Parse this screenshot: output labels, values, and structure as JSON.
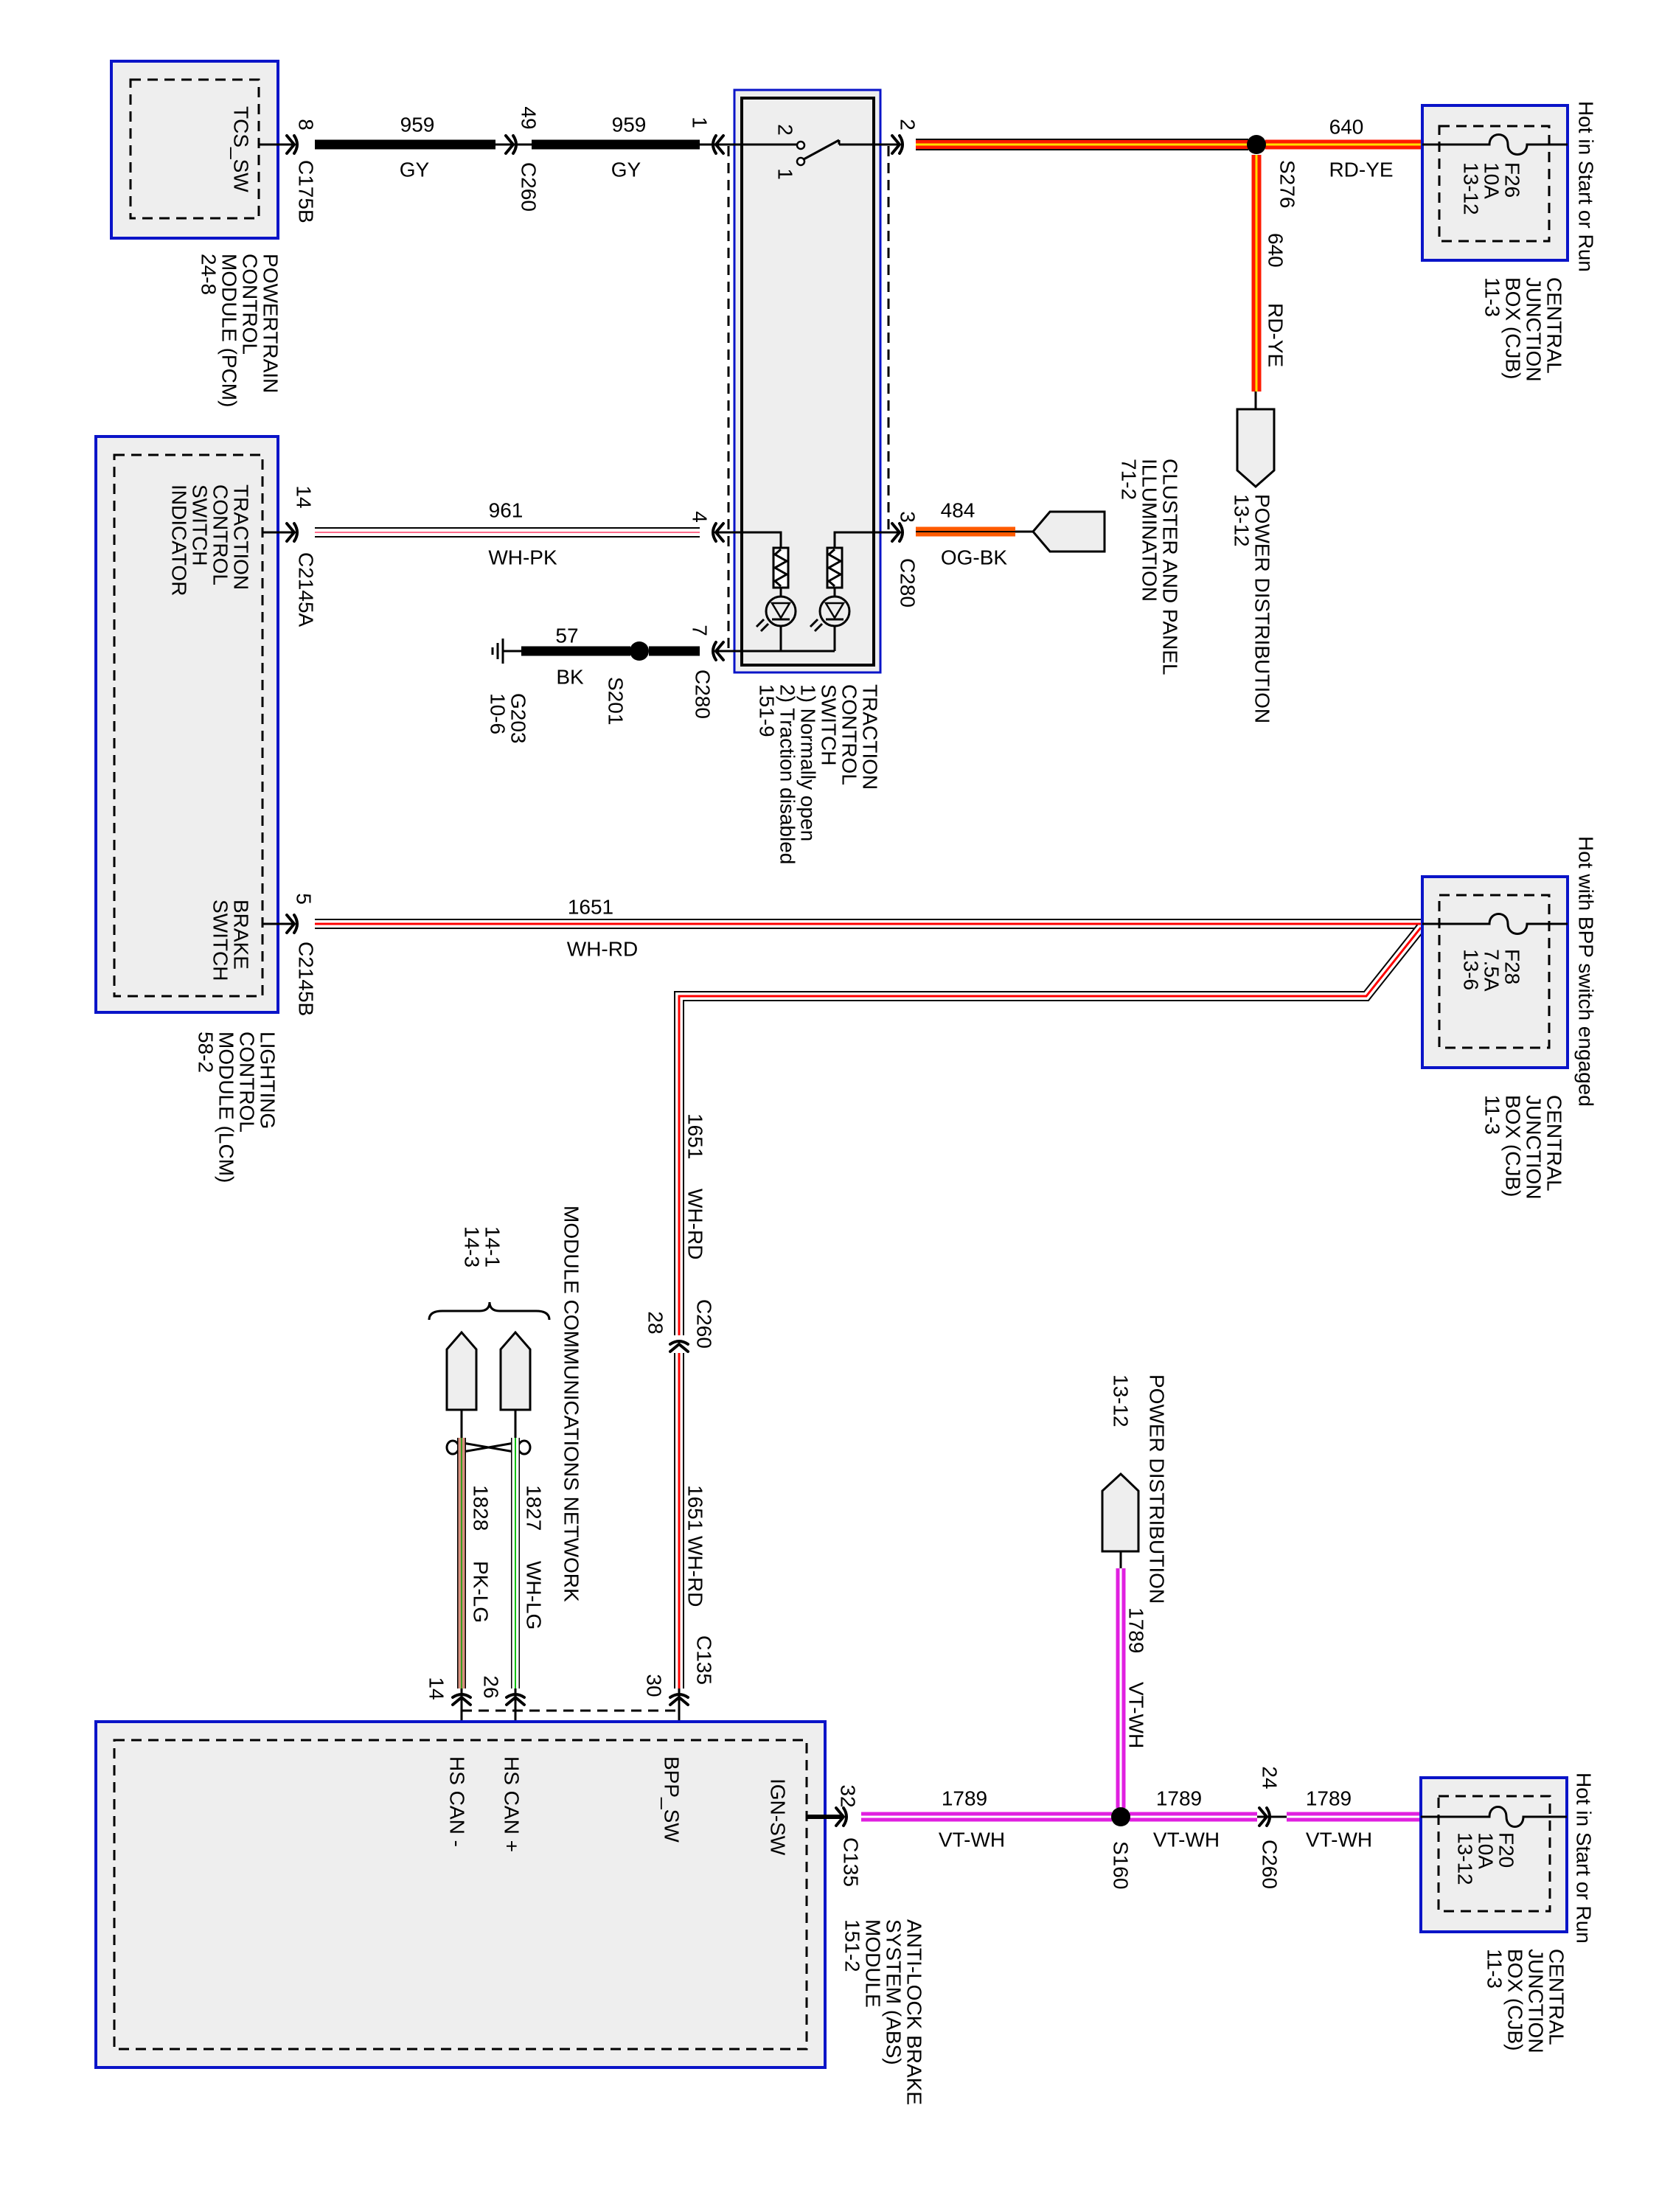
{
  "colors": {
    "module_border": "#0a14c8",
    "module_fill": "#eeeeee",
    "GY": "#000000",
    "RD-YE": [
      "#ff1a00",
      "#ffe000"
    ],
    "WH-PK": [
      "#ffffff",
      "#ff6c8c"
    ],
    "WH-RD": [
      "#ffffff",
      "#ff0000"
    ],
    "OG-BK": [
      "#ff5a00",
      "#000000"
    ],
    "BK": "#000000",
    "VT-WH": [
      "#e020e0",
      "#ffffff"
    ],
    "PK-LG": [
      "#d9917f",
      "#00a000"
    ],
    "WH-LG": [
      "#ffffff",
      "#00c000"
    ]
  },
  "pcm": {
    "lines": [
      "POWERTRAIN",
      "CONTROL",
      "MODULE (PCM)",
      "24-8"
    ],
    "pin_label": "TCS_SW"
  },
  "lcm": {
    "lines": [
      "LIGHTING",
      "CONTROL",
      "MODULE (LCM)",
      "58-2"
    ],
    "indicator_label": [
      "TRACTION",
      "CONTROL",
      "SWITCH",
      "INDICATOR"
    ],
    "brake_label": [
      "BRAKE",
      "SWITCH"
    ]
  },
  "tcs_switch": {
    "lines": [
      "TRACTION",
      "CONTROL",
      "SWITCH",
      "1) Normally open",
      "2) Traction disabled",
      "151-9"
    ],
    "contacts": [
      "2",
      "1"
    ]
  },
  "cjb_f26": {
    "note": "Hot in Start or Run",
    "fuse": [
      "F26",
      "10A",
      "13-12"
    ],
    "lines": [
      "CENTRAL",
      "JUNCTION",
      "BOX (CJB)",
      "11-3"
    ]
  },
  "cjb_f28": {
    "note": "Hot with BPP switch engaged",
    "fuse": [
      "F28",
      "7.5A",
      "13-6"
    ],
    "lines": [
      "CENTRAL",
      "JUNCTION",
      "BOX (CJB)",
      "11-3"
    ]
  },
  "cjb_f20": {
    "note": "Hot in Start or Run",
    "fuse": [
      "F20",
      "10A",
      "13-12"
    ],
    "lines": [
      "CENTRAL",
      "JUNCTION",
      "BOX (CJB)",
      "11-3"
    ]
  },
  "power_dist_top": [
    "POWER DISTRIBUTION",
    "13-12"
  ],
  "power_dist_bottom": [
    "POWER DISTRIBUTION",
    "13-12"
  ],
  "cluster": [
    "CLUSTER AND PANEL",
    "ILLUMINATION",
    "71-2"
  ],
  "ground": [
    "G203",
    "10-6"
  ],
  "mcn": {
    "title": "MODULE COMMUNICATIONS NETWORK",
    "refs": [
      "14-1",
      "14-3"
    ]
  },
  "abs": {
    "lines": [
      "ANTI-LOCK BRAKE",
      "SYSTEM (ABS)",
      "MODULE",
      "151-2"
    ],
    "pins": {
      "ign": "IGN-SW",
      "bpp": "BPP_SW",
      "can_hi": "HS CAN +",
      "can_lo": "HS CAN -"
    }
  },
  "connectors": {
    "c175b": {
      "name": "C175B",
      "pin": "8"
    },
    "c260_gy": {
      "name": "C260",
      "pin": "49"
    },
    "sw_pin1": "1",
    "sw_pin2": "2",
    "sw_pin3": "3",
    "sw_pin4": "4",
    "sw_pin7": "7",
    "c280_a": "C280",
    "c280_b": "C280",
    "c2145a": {
      "name": "C2145A",
      "pin": "14"
    },
    "c2145b": {
      "name": "C2145B",
      "pin": "5"
    },
    "c260_rd": {
      "name": "C260",
      "pin": "28"
    },
    "c135_bpp": {
      "name": "C135",
      "pin": "30"
    },
    "can_hi_pin": "26",
    "can_lo_pin": "14",
    "c135_ign": {
      "name": "C135",
      "pin": "32"
    },
    "c260_vt": {
      "name": "C260",
      "pin": "24"
    }
  },
  "splices": {
    "s276": "S276",
    "s201": "S201",
    "s160": "S160"
  },
  "wires": {
    "w959a": {
      "circuit": "959",
      "color": "GY"
    },
    "w959b": {
      "circuit": "959",
      "color": "GY"
    },
    "w640a": {
      "circuit": "640",
      "color": "RD-YE"
    },
    "w640b": {
      "circuit": "640",
      "color": "RD-YE"
    },
    "w961": {
      "circuit": "961",
      "color": "WH-PK"
    },
    "w484": {
      "circuit": "484",
      "color": "OG-BK"
    },
    "w57": {
      "circuit": "57",
      "color": "BK"
    },
    "w1651a": {
      "circuit": "1651",
      "color": "WH-RD"
    },
    "w1651b": {
      "circuit": "1651",
      "color": "WH-RD"
    },
    "w1651c": {
      "circuit": "1651",
      "color": "WH-RD"
    },
    "w1827": {
      "circuit": "1827",
      "color": "WH-LG"
    },
    "w1828": {
      "circuit": "1828",
      "color": "PK-LG"
    },
    "w1789a": {
      "circuit": "1789",
      "color": "VT-WH"
    },
    "w1789b": {
      "circuit": "1789",
      "color": "VT-WH"
    },
    "w1789c": {
      "circuit": "1789",
      "color": "VT-WH"
    },
    "w1789d": {
      "circuit": "1789",
      "color": "VT-WH"
    }
  }
}
